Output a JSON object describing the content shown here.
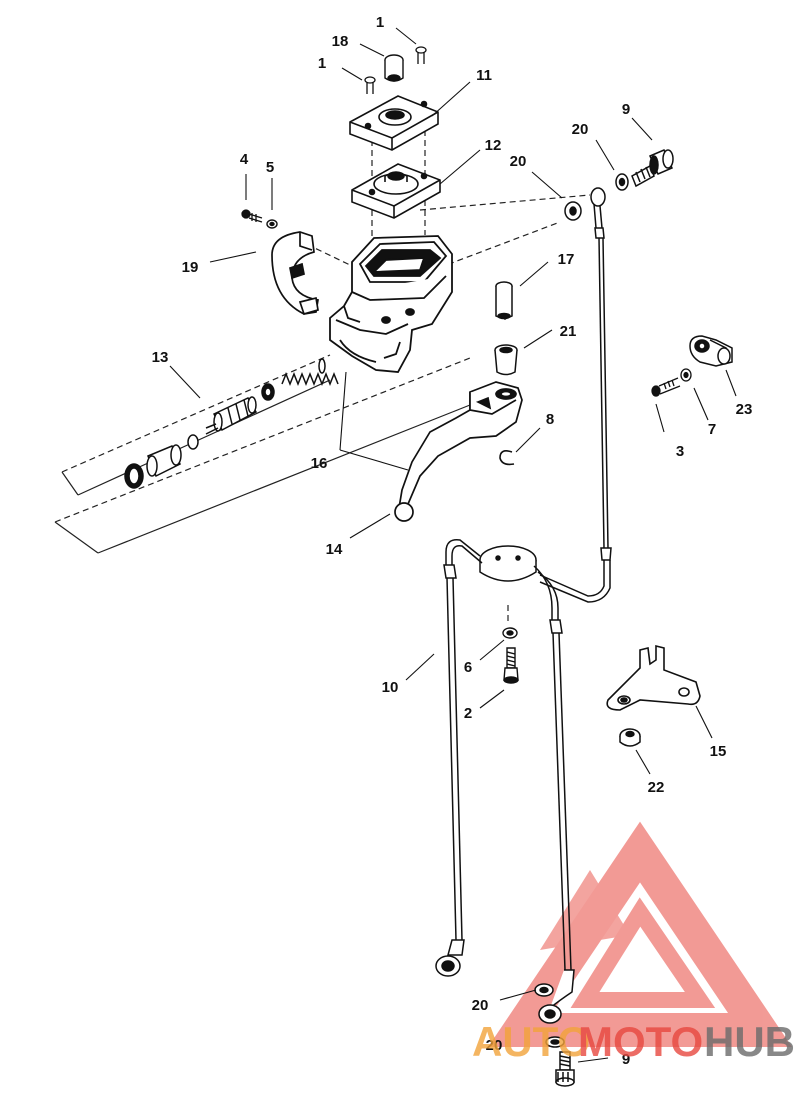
{
  "diagram": {
    "type": "exploded-parts-view",
    "callouts": {
      "c1a": "1",
      "c1b": "1",
      "c18": "18",
      "c11": "11",
      "c12": "12",
      "c9a": "9",
      "c20a": "20",
      "c20b": "20",
      "c4": "4",
      "c5": "5",
      "c19": "19",
      "c17": "17",
      "c21": "21",
      "c13": "13",
      "c3": "3",
      "c7": "7",
      "c23": "23",
      "c8": "8",
      "c16": "16",
      "c14": "14",
      "c6": "6",
      "c10": "10",
      "c2": "2",
      "c15": "15",
      "c22": "22",
      "c20c": "20",
      "c20d": "20",
      "c9b": "9"
    }
  },
  "watermark": {
    "part1": "AUTO",
    "part2": "MOTO",
    "part3": "HUB",
    "colors": {
      "logo": "#e8483f",
      "auto": "#f2a33a",
      "moto": "#e8483f",
      "hub": "#6b6b6b"
    }
  }
}
